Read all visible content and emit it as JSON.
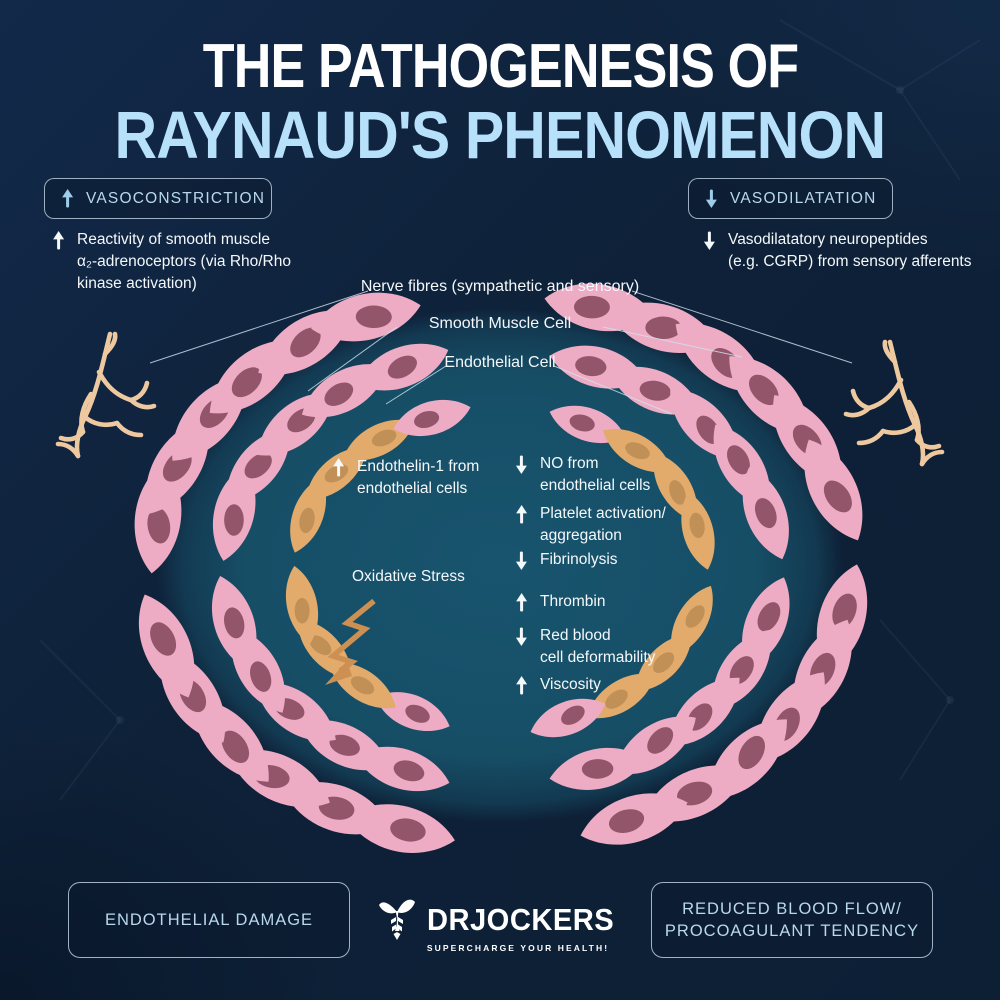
{
  "title": {
    "line1": "THE PATHOGENESIS OF",
    "line2": "RAYNAUD'S PHENOMENON"
  },
  "vasoconstriction": {
    "label": "VASOCONSTRICTION",
    "direction": "up",
    "note": "Reactivity of smooth muscle\nα₂-adrenoceptors (via Rho/Rho\nkinase activation)",
    "note_direction": "up"
  },
  "vasodilatation": {
    "label": "VASODILATATION",
    "direction": "down",
    "note": "Vasodilatatory neuropeptides\n(e.g. CGRP) from sensory afferents",
    "note_direction": "down"
  },
  "diagram_labels": {
    "nerve": "Nerve fibres (sympathetic and sensory)",
    "smooth_muscle": "Smooth Muscle Cell",
    "endothelial": "Endothelial Cell"
  },
  "left_annotation": {
    "direction": "up",
    "text": "Endothelin-1 from\nendothelial cells"
  },
  "right_annotations": [
    {
      "direction": "down",
      "text": "NO from\nendothelial cells"
    },
    {
      "direction": "up",
      "text": "Platelet activation/\naggregation"
    },
    {
      "direction": "down",
      "text": "Fibrinolysis"
    },
    {
      "direction": "up",
      "text": "Thrombin"
    },
    {
      "direction": "down",
      "text": "Red blood\ncell deformability"
    },
    {
      "direction": "up",
      "text": "Viscosity"
    }
  ],
  "oxidative_stress_label": "Oxidative Stress",
  "outcome_boxes": {
    "left": "ENDOTHELIAL DAMAGE",
    "right": "REDUCED BLOOD FLOW/\nPROCOAGULANT TENDENCY"
  },
  "logo": {
    "name": "DRJOCKERS",
    "tagline": "SUPERCHARGE YOUR HEALTH!"
  },
  "colors": {
    "bg": "#0e2138",
    "bg-teal": "#164e66",
    "accent-blue": "#b7e0fa",
    "label-blue": "#b9d8ec",
    "text-white": "#f4f8fb",
    "cell-pink": "#edacc4",
    "cell-pink-nucleus": "#8b4d61",
    "cell-tan": "#e2ab6c",
    "cell-tan-nucleus": "#bd8d55",
    "nerve-tan": "#eec9a0",
    "lightning-tan": "#cd9053",
    "line": "#cfe3f0"
  }
}
